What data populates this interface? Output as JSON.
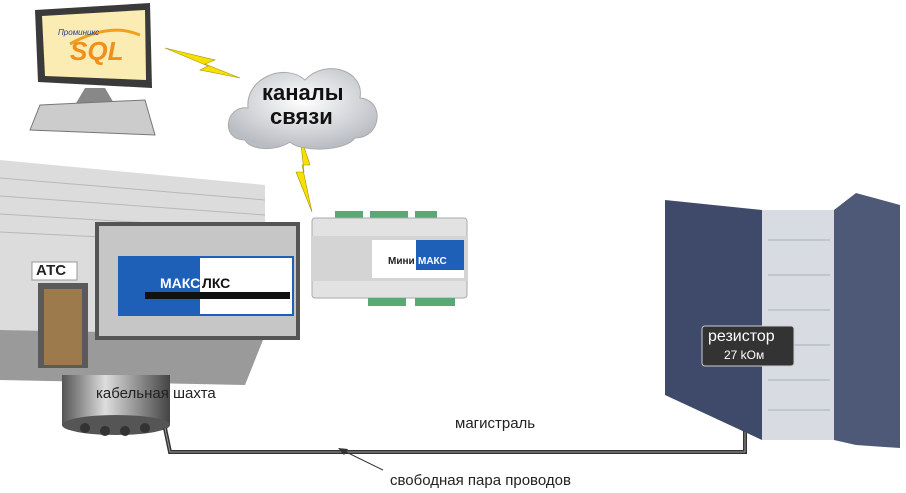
{
  "workstation": {
    "logo_brand": "Проминикс",
    "logo_product": "SQL"
  },
  "cloud": {
    "line1": "каналы",
    "line2": "связи"
  },
  "building": {
    "label": "АТС"
  },
  "maks_device": {
    "title_left": "МАКС",
    "title_right": "ЛКС"
  },
  "mini_device": {
    "title_left": "Мини",
    "title_right": "МАКС"
  },
  "shaft": {
    "label": "кабельная шахта"
  },
  "cable": {
    "label": "магистраль",
    "pair_label": "свободная пара проводов"
  },
  "cabinet": {
    "resistor_label": "резистор",
    "resistor_value": "27 kОм"
  },
  "colors": {
    "device_blue": "#1e5fb8",
    "bolt": "#f5e000",
    "cabinet": "#3f4a6b"
  }
}
